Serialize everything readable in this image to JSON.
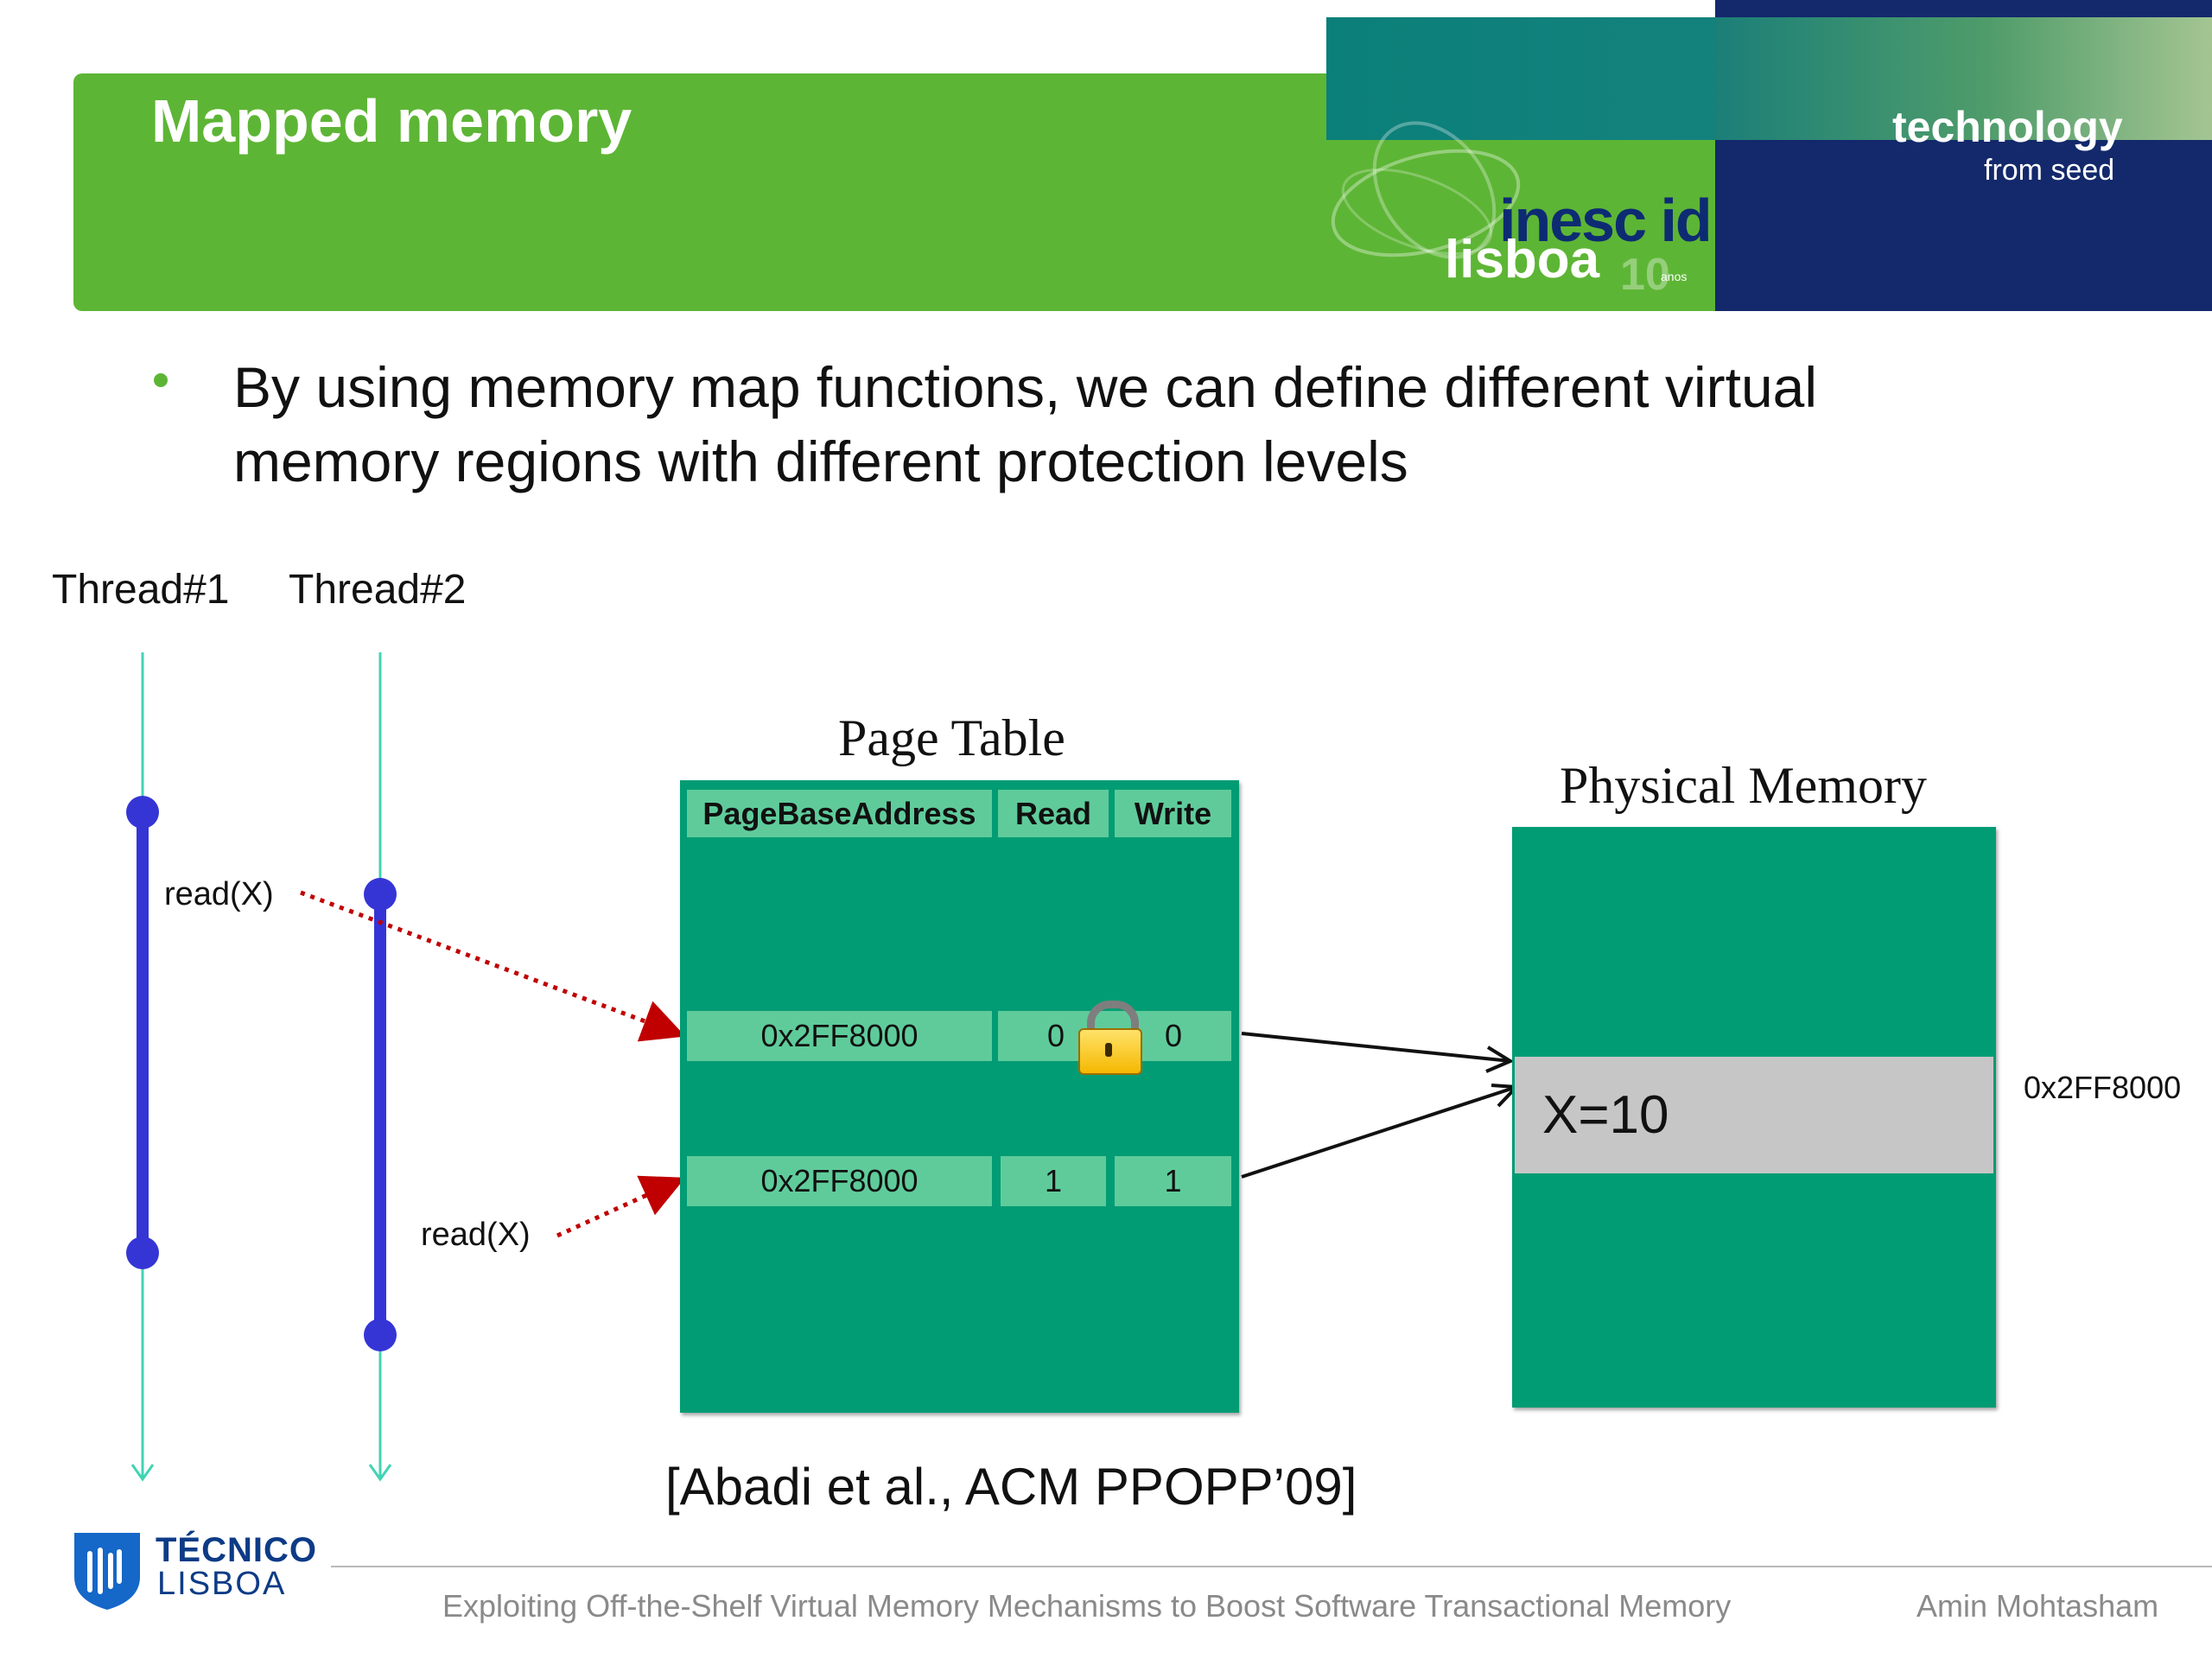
{
  "header": {
    "title": "Mapped memory",
    "brand": {
      "tagline_1": "technology",
      "tagline_2": "from seed",
      "logo_1": "inesc id",
      "logo_2": "lisboa",
      "logo_3": "10",
      "logo_4": "anos"
    }
  },
  "bullet": "By using memory map functions, we can define different virtual memory regions with different protection levels",
  "threads": [
    {
      "label": "Thread#1",
      "call": "read(X)"
    },
    {
      "label": "Thread#2",
      "call": "read(X)"
    }
  ],
  "page_table": {
    "title": "Page Table",
    "headers": [
      "PageBaseAddress",
      "Read",
      "Write"
    ],
    "rows": [
      {
        "address": "0x2FF8000",
        "read": "0",
        "write": "0",
        "locked": true
      },
      {
        "address": "0x2FF8000",
        "read": "1",
        "write": "1",
        "locked": false
      }
    ]
  },
  "physical_memory": {
    "title": "Physical Memory",
    "cell_value": "X=10",
    "address": "0x2FF8000"
  },
  "citation": "[Abadi et al., ACM PPOPP’09]",
  "footer": {
    "title": "Exploiting Off-the-Shelf Virtual Memory Mechanisms to Boost Software Transactional Memory",
    "author": "Amin Mohtasham",
    "logo_1": "TÉCNICO",
    "logo_2": "LISBOA"
  },
  "colors": {
    "header_green": "#5db535",
    "brand_navy": "#13296b",
    "table_green": "#029c74",
    "cell_green": "#5fcb9b",
    "thread_blue": "#3535d6",
    "arrow_red": "#c00000"
  }
}
